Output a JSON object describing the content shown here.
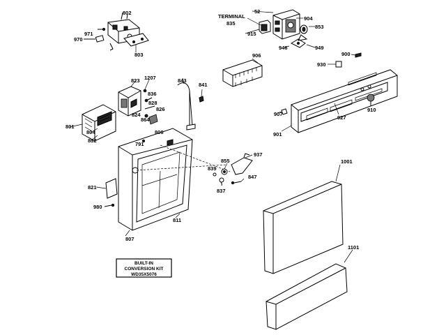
{
  "labels": {
    "p802": "802",
    "p971": "971",
    "p970": "970",
    "p803": "803",
    "p52": "52",
    "terminal": "TERMINAL",
    "p835": "835",
    "p904": "904",
    "p915": "915",
    "p853": "853",
    "p946": "946",
    "p949": "949",
    "p900": "900",
    "p906": "906",
    "p930": "930",
    "p823": "823",
    "p1207": "1207",
    "p843": "843",
    "p841": "841",
    "p836": "836",
    "p828": "828",
    "p826": "826",
    "p824": "824",
    "p864": "864",
    "p806": "806",
    "p801": "801",
    "p804": "804",
    "p832": "832",
    "p791": "791",
    "p907": "907",
    "p927": "927",
    "p901": "901",
    "p910": "910",
    "p937": "937",
    "p855": "855",
    "p839": "839",
    "p847": "847",
    "p837": "837",
    "p1001": "1001",
    "p821": "821",
    "p980": "980",
    "p811": "811",
    "p807": "807",
    "p1101": "1101"
  },
  "kit_box": {
    "line1": "BUILT-IN",
    "line2": "CONVERSION KIT",
    "line3": "WD35X5076"
  }
}
